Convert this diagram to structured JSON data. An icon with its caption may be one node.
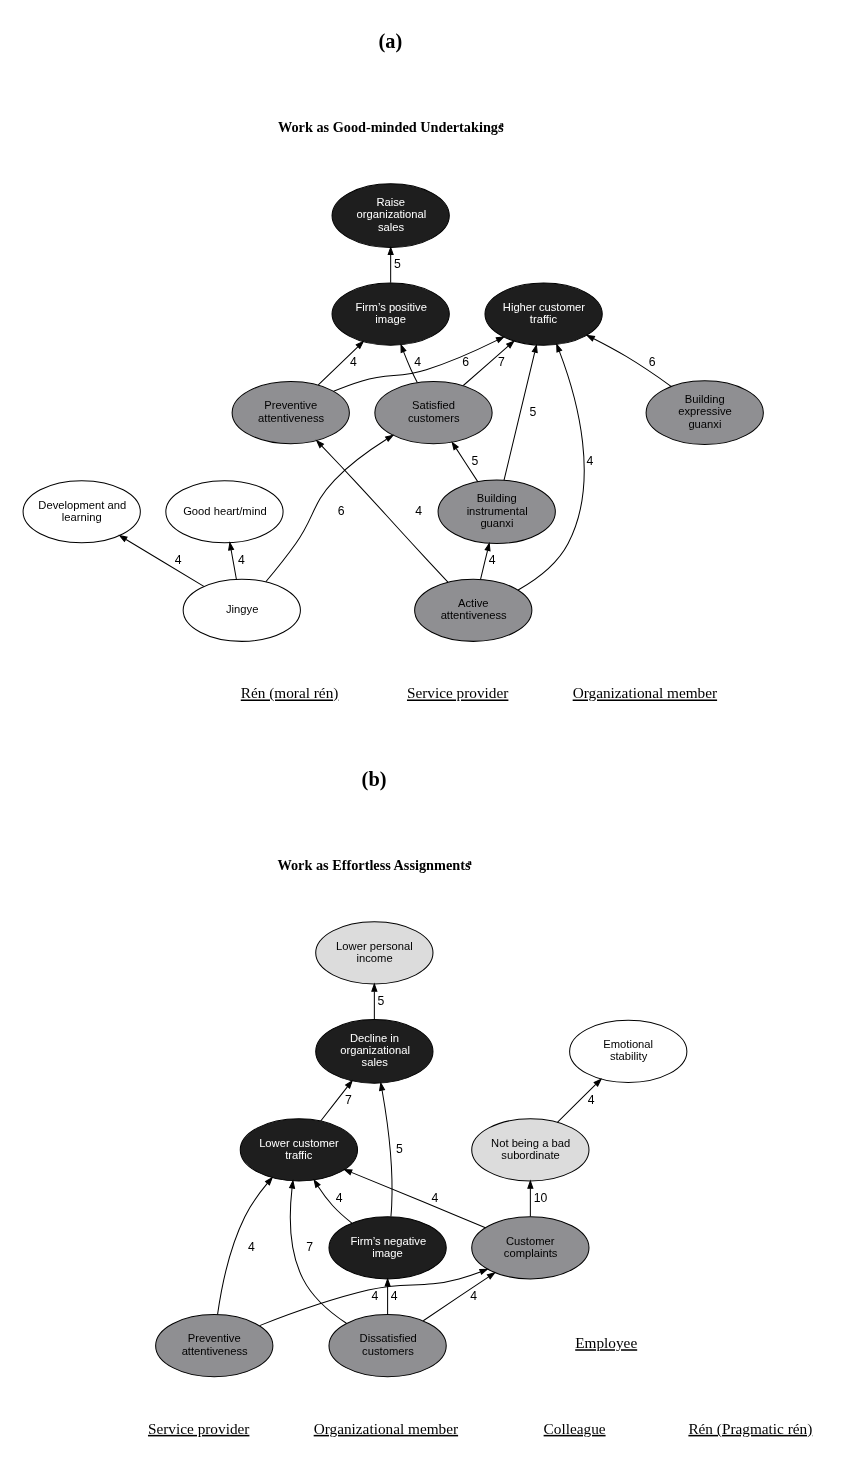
{
  "diagram": {
    "nodes": [
      {
        "text": [
          "Raise organizational sales"
        ]
      },
      {
        "text": [
          "Higher customer traffic"
        ]
      },
      {
        "text": [
          "Development and learning"
        ]
      },
      {
        "text": [
          "Firm’s positive image"
        ]
      },
      {
        "text": [
          "Good heart/mind"
        ]
      },
      {
        "text": [
          "Preventive attentiveness"
        ]
      },
      {
        "text": [
          "Building expressive guanxi"
        ]
      },
      {
        "text": [
          "Satisfied customers"
        ]
      },
      {
        "text": [
          "Building instrumental guanxi"
        ]
      },
      {
        "text": [
          "Active attentiveness"
        ]
      },
      {
        "text": [
          "Jingye"
        ]
      },
      {
        "text": [
          "Lower personal income"
        ]
      },
      {
        "text": [
          "Decline in organizational sales"
        ]
      },
      {
        "text": [
          "Lower customer traffic"
        ]
      },
      {
        "text": [
          "Not being a bad subordinate"
        ]
      },
      {
        "text": [
          "Emotional stability"
        ]
      },
      {
        "text": [
          "Firm’s negative image"
        ]
      },
      {
        "text": [
          "Customer complaints"
        ]
      },
      {
        "text": [
          "Dissatisfied customers"
        ]
      },
      {
        "text": [
          "Preventive attentiveness"
        ]
      }
    ],
    "edges": [
      {
        "from": 10,
        "to": 4,
        "arrow": "to",
        "label": "4"
      },
      {
        "from": 10,
        "to": 2,
        "arrow": "to",
        "label": "4"
      },
      {
        "from": 10,
        "to": 7,
        "arrow": "to",
        "label": "6"
      },
      {
        "from": 9,
        "to": 8,
        "arrow": "to",
        "label": "4"
      },
      {
        "from": 9,
        "to": 5,
        "arrow": "to",
        "label": "4"
      },
      {
        "from": 9,
        "to": 1,
        "arrow": "to",
        "label": "4"
      },
      {
        "from": 6,
        "to": 1,
        "arrow": "to",
        "label": "6"
      },
      {
        "from": 5,
        "to": 1,
        "arrow": "to",
        "label": "6"
      },
      {
        "from": 5,
        "to": 3,
        "arrow": "to",
        "label": "4"
      },
      {
        "from": 8,
        "to": 7,
        "arrow": "to",
        "label": "5"
      },
      {
        "from": 8,
        "to": 1,
        "arrow": "to",
        "label": "5"
      },
      {
        "from": 7,
        "to": 1,
        "arrow": "to",
        "label": "7"
      },
      {
        "from": 7,
        "to": 3,
        "arrow": "to",
        "label": "4"
      },
      {
        "from": 3,
        "to": 0,
        "arrow": "to",
        "label": "5"
      },
      {
        "from": 12,
        "to": 11,
        "arrow": "to",
        "label": "5"
      },
      {
        "from": 13,
        "to": 12,
        "arrow": "to",
        "label": "7"
      },
      {
        "from": 16,
        "to": 12,
        "arrow": "to",
        "label": "5"
      },
      {
        "from": 16,
        "to": 13,
        "arrow": "to",
        "label": "4"
      },
      {
        "from": 14,
        "to": 15,
        "arrow": "to",
        "label": "4"
      },
      {
        "from": 17,
        "to": 14,
        "arrow": "to",
        "label": "10"
      },
      {
        "from": 17,
        "to": 13,
        "arrow": "to",
        "label": "4"
      },
      {
        "from": 18,
        "to": 17,
        "arrow": "to",
        "label": "4"
      },
      {
        "from": 18,
        "to": 13,
        "arrow": "to",
        "label": "7"
      },
      {
        "from": 18,
        "to": 16,
        "arrow": "to",
        "label": "4"
      },
      {
        "from": 19,
        "to": 13,
        "arrow": "to",
        "label": "4"
      },
      {
        "from": 19,
        "to": 17,
        "arrow": "to",
        "label": "4"
      }
    ],
    "labels": [
      "(a)",
      "Work as Good-minded Undertakings$^{a}$",
      "Rén (moral rén)",
      "Service provider",
      "Organizational member",
      "(b)",
      "Work as Effortless Assignments$^{a}$",
      "Employee",
      "Service provider",
      "Organizational member",
      "Colleague",
      "Rén (Pragmatic rén)"
    ]
  }
}
